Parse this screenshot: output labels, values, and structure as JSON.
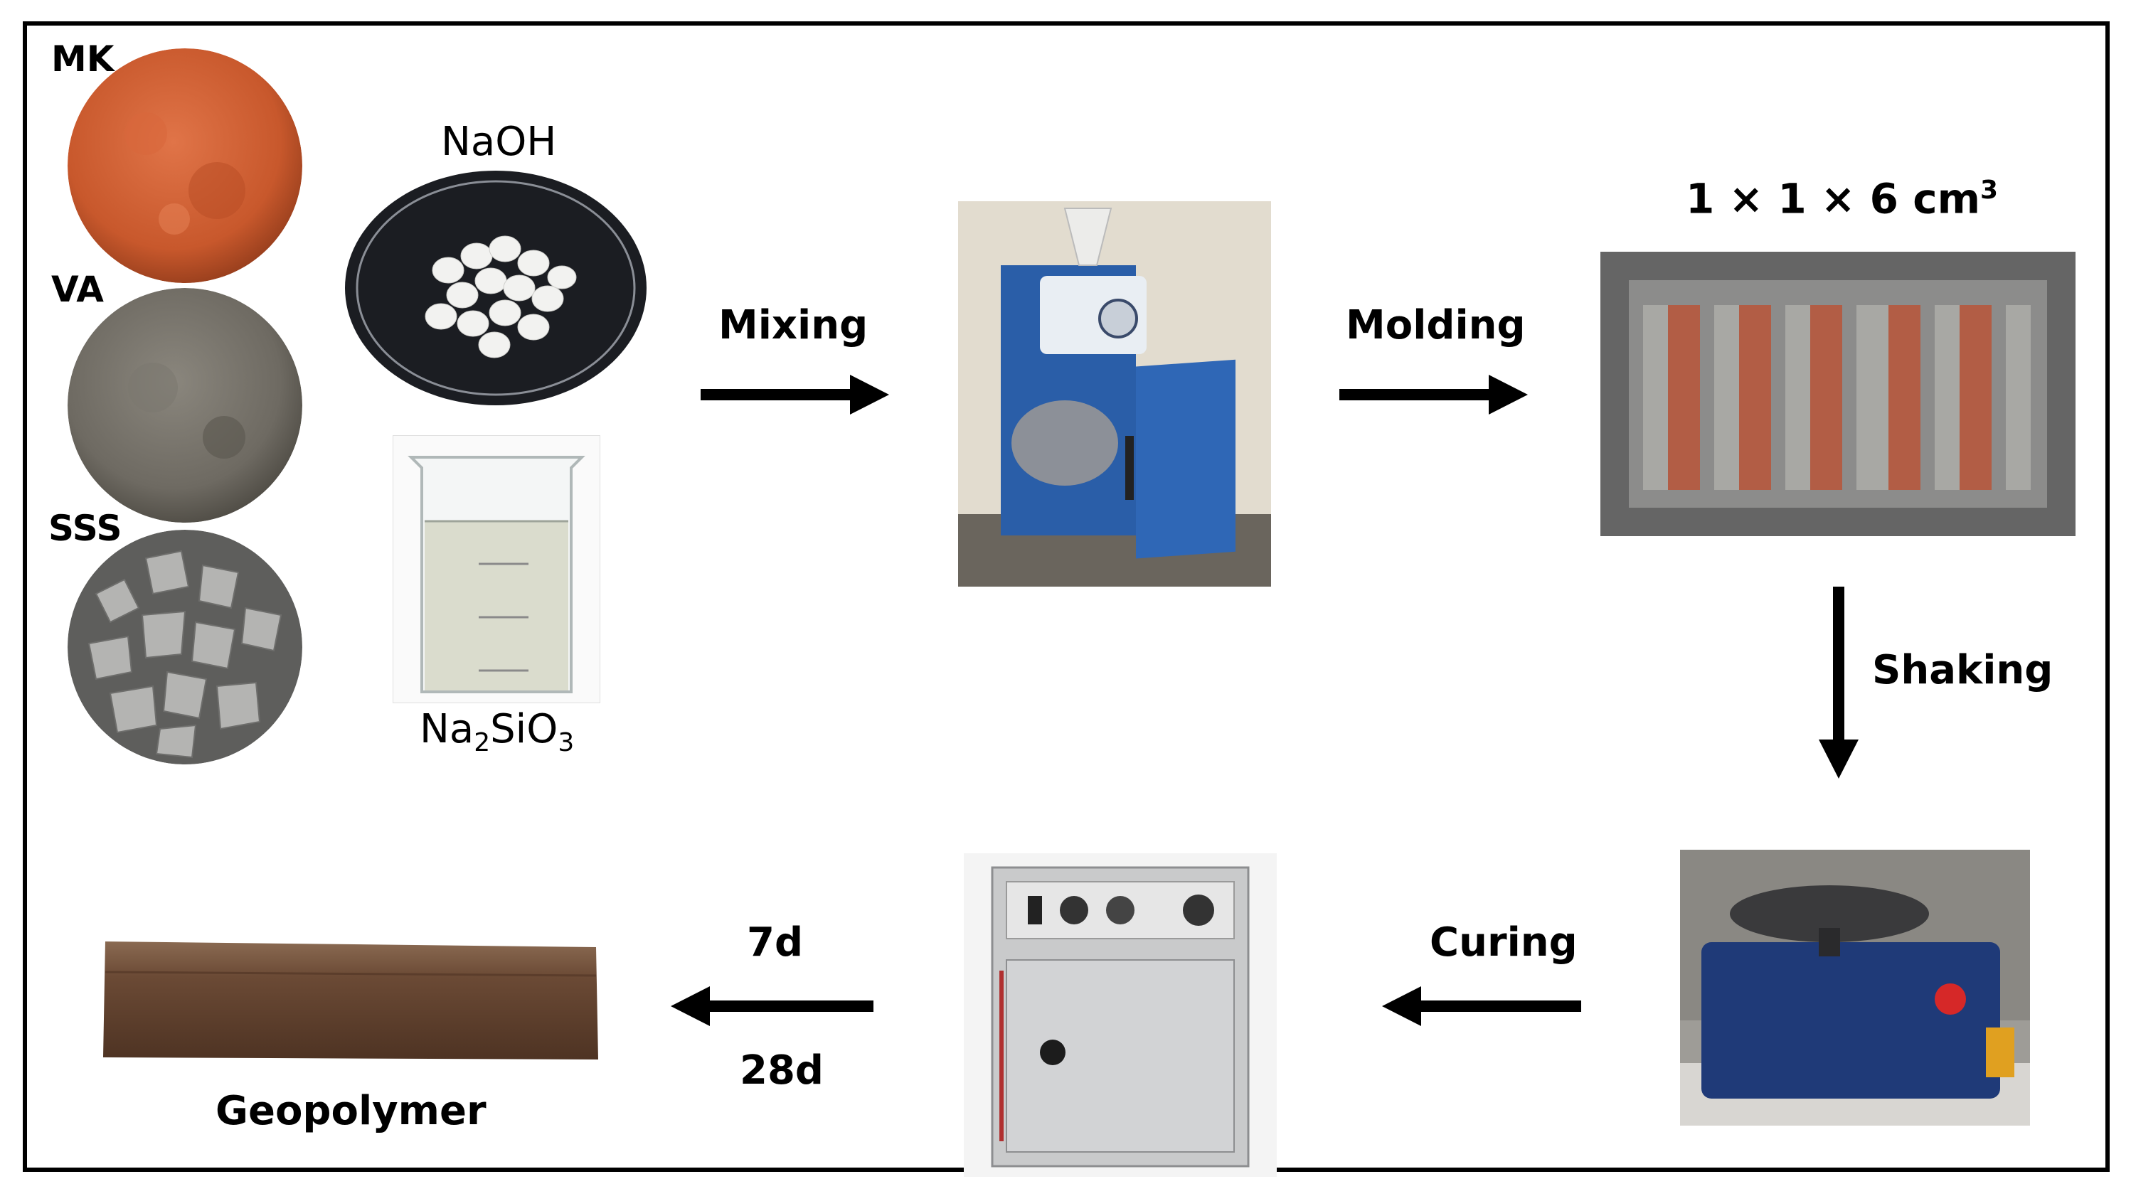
{
  "labels": {
    "mk": "MK",
    "va": "VA",
    "sss": "SSS",
    "naoh": "NaOH",
    "na2sio3": {
      "base": "Na",
      "sub1": "2",
      "mid": "SiO",
      "sub2": "3"
    },
    "mixing": "Mixing",
    "molding": "Molding",
    "dimensions": {
      "text": "1 × 1 × 6 cm",
      "sup": "3"
    },
    "shaking": "Shaking",
    "curing": "Curing",
    "age_7d": "7d",
    "age_28d": "28d",
    "geopolymer": "Geopolymer"
  },
  "colors": {
    "metakaolin": "#c8582c",
    "volcanic_ash": "#6e6a62",
    "steel_slag": "#9a9a98",
    "mixer_blue": "#2a5ea8",
    "shaker_blue": "#1f3a78",
    "oven_steel": "#c9cacb",
    "mold_red": "#a8472c",
    "geopolymer_brown": "#6b4a35",
    "arrow": "#000000"
  }
}
